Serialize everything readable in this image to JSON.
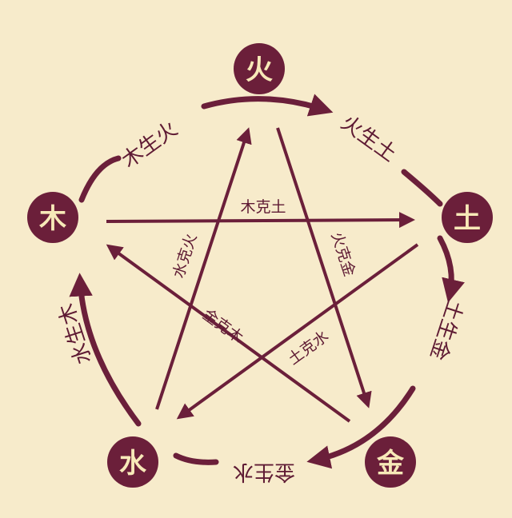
{
  "elements": {
    "fire": "火",
    "earth": "土",
    "metal": "金",
    "water": "水",
    "wood": "木"
  },
  "generating": {
    "wood_fire": "木生火",
    "fire_earth": "火生土",
    "earth_metal": "土生金",
    "metal_water": "金生水",
    "water_wood": "水生木"
  },
  "controlling": {
    "wood_earth": "木克土",
    "earth_water": "土克水",
    "water_fire": "水克火",
    "fire_metal": "火克金",
    "metal_wood": "金克木"
  },
  "colors": {
    "background": "#f7ebcb",
    "primary": "#6b1f3a",
    "node_text": "#f7e9b8"
  }
}
